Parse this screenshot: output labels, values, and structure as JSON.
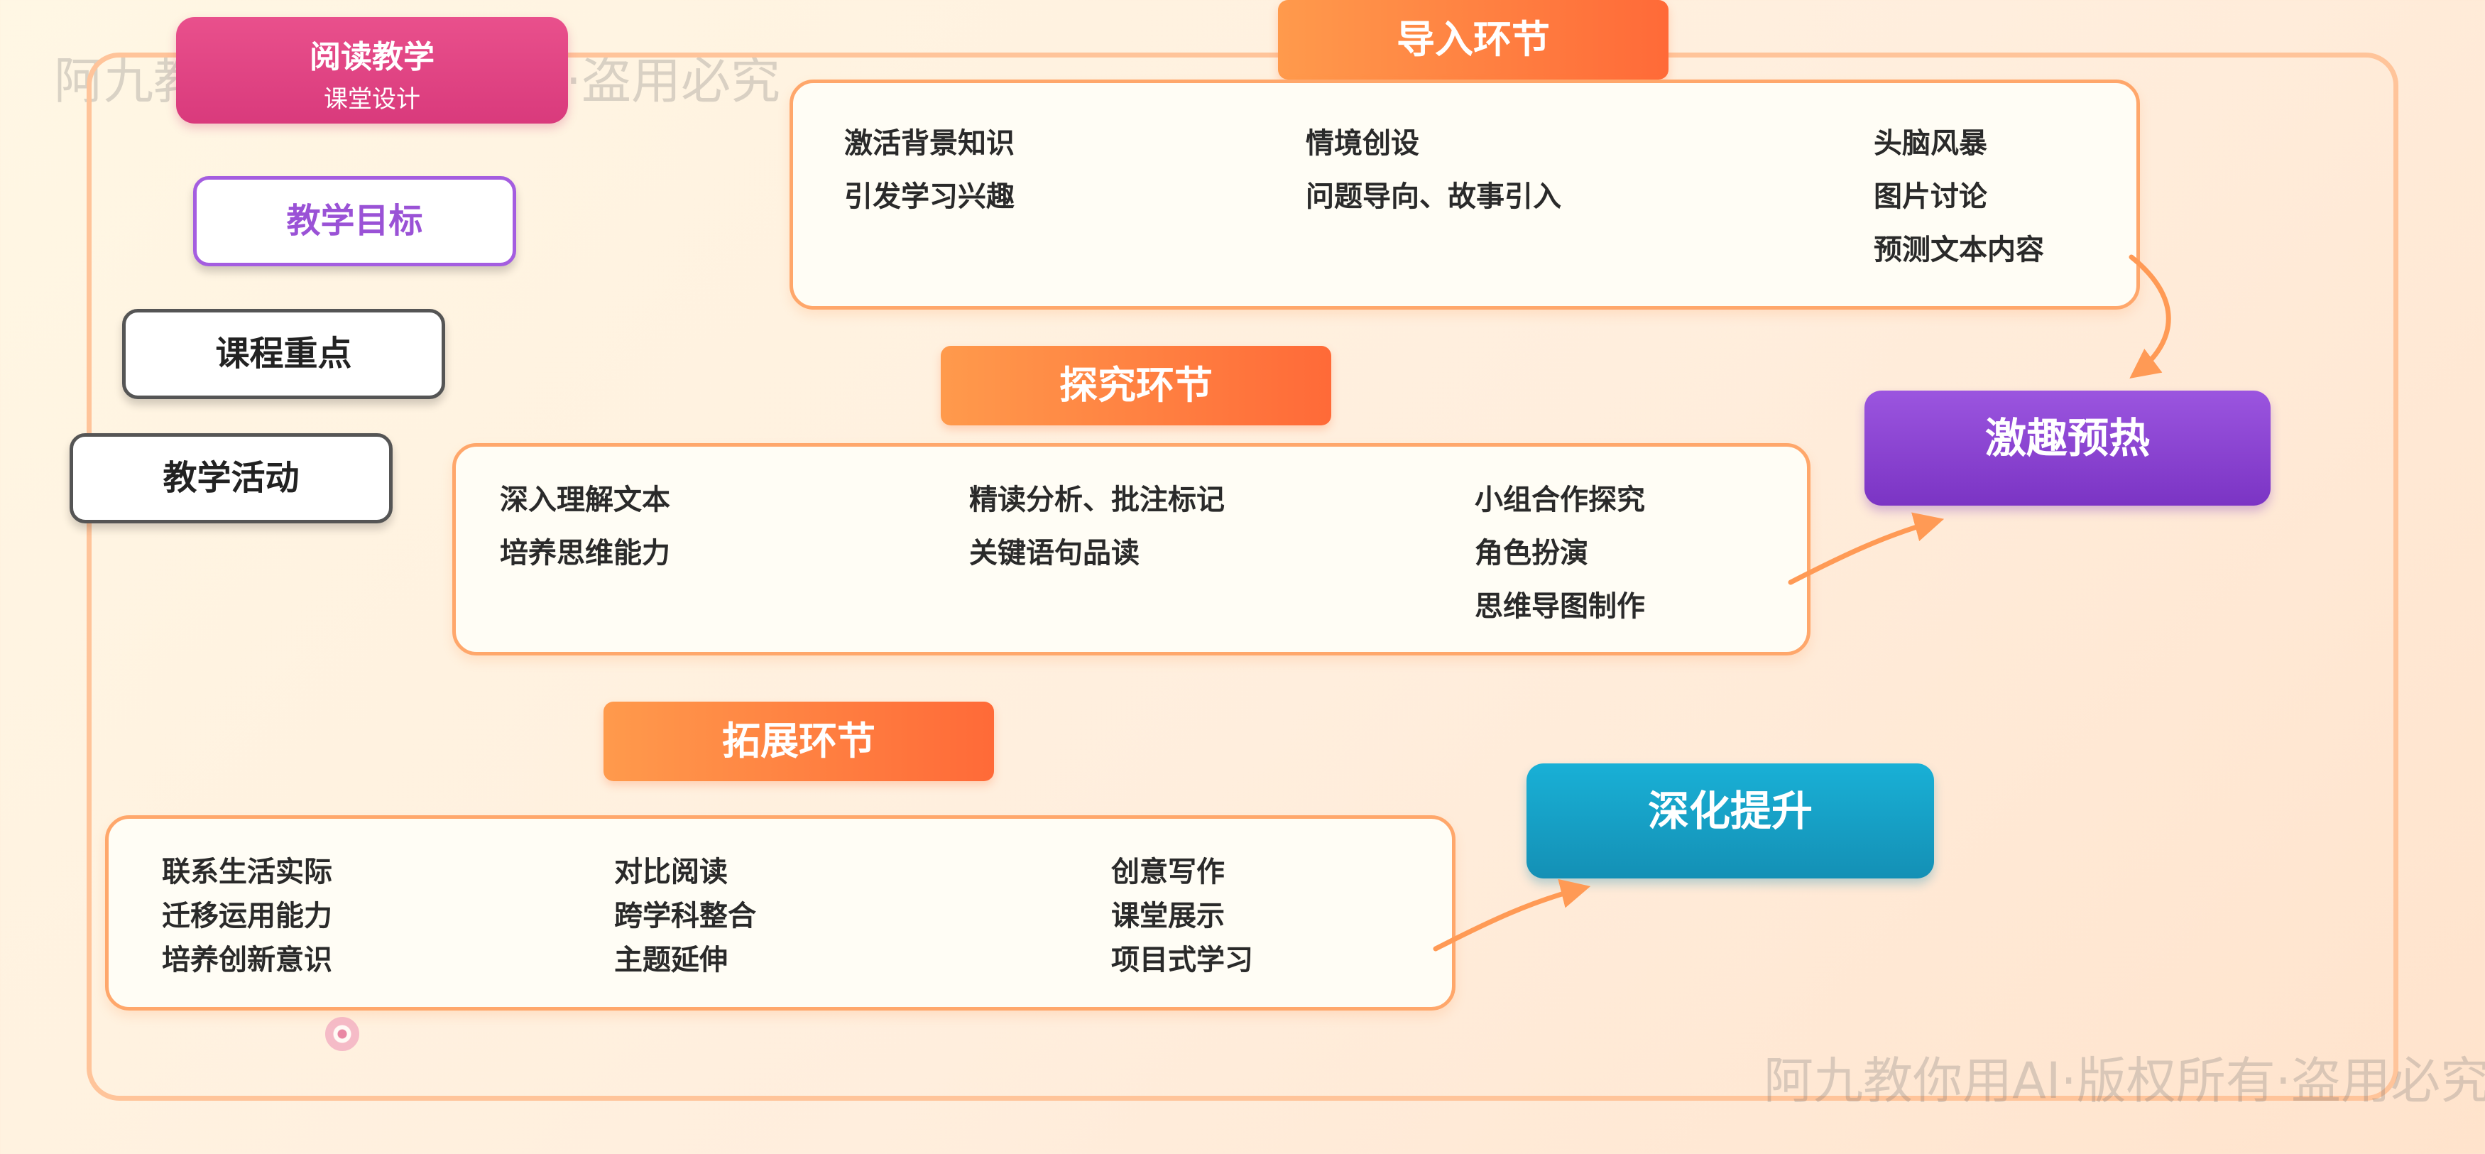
{
  "watermark": {
    "text": "阿九教你用AI·版权所有·盗用必究"
  },
  "title": {
    "main": "阅读教学",
    "sub": "课堂设计"
  },
  "menu": {
    "goals": "教学目标",
    "focus": "课程重点",
    "activity": "教学活动"
  },
  "sections": {
    "import": {
      "header": "导入环节",
      "columns": [
        [
          "激活背景知识",
          "引发学习兴趣"
        ],
        [
          "情境创设",
          "问题导向、故事引入"
        ],
        [
          "头脑风暴",
          "图片讨论",
          "预测文本内容"
        ]
      ]
    },
    "explore": {
      "header": "探究环节",
      "columns": [
        [
          "深入理解文本",
          "培养思维能力"
        ],
        [
          "精读分析、批注标记",
          "关键语句品读"
        ],
        [
          "小组合作探究",
          "角色扮演",
          "思维导图制作"
        ]
      ]
    },
    "extend": {
      "header": "拓展环节",
      "columns": [
        [
          "联系生活实际",
          "迁移运用能力",
          "培养创新意识"
        ],
        [
          "对比阅读",
          "跨学科整合",
          "主题延伸"
        ],
        [
          "创意写作",
          "课堂展示",
          "项目式学习"
        ]
      ]
    }
  },
  "stages": {
    "warmup": "激趣预热",
    "deepen": "深化提升"
  },
  "colors": {
    "accent": "#ff7a3c",
    "title": "#e0478a",
    "goals": "#a45de0",
    "warmup": "#8a44d2",
    "deepen": "#17a2c8",
    "frame": "#ffc49a"
  },
  "icons": {
    "corner": "target-icon"
  }
}
